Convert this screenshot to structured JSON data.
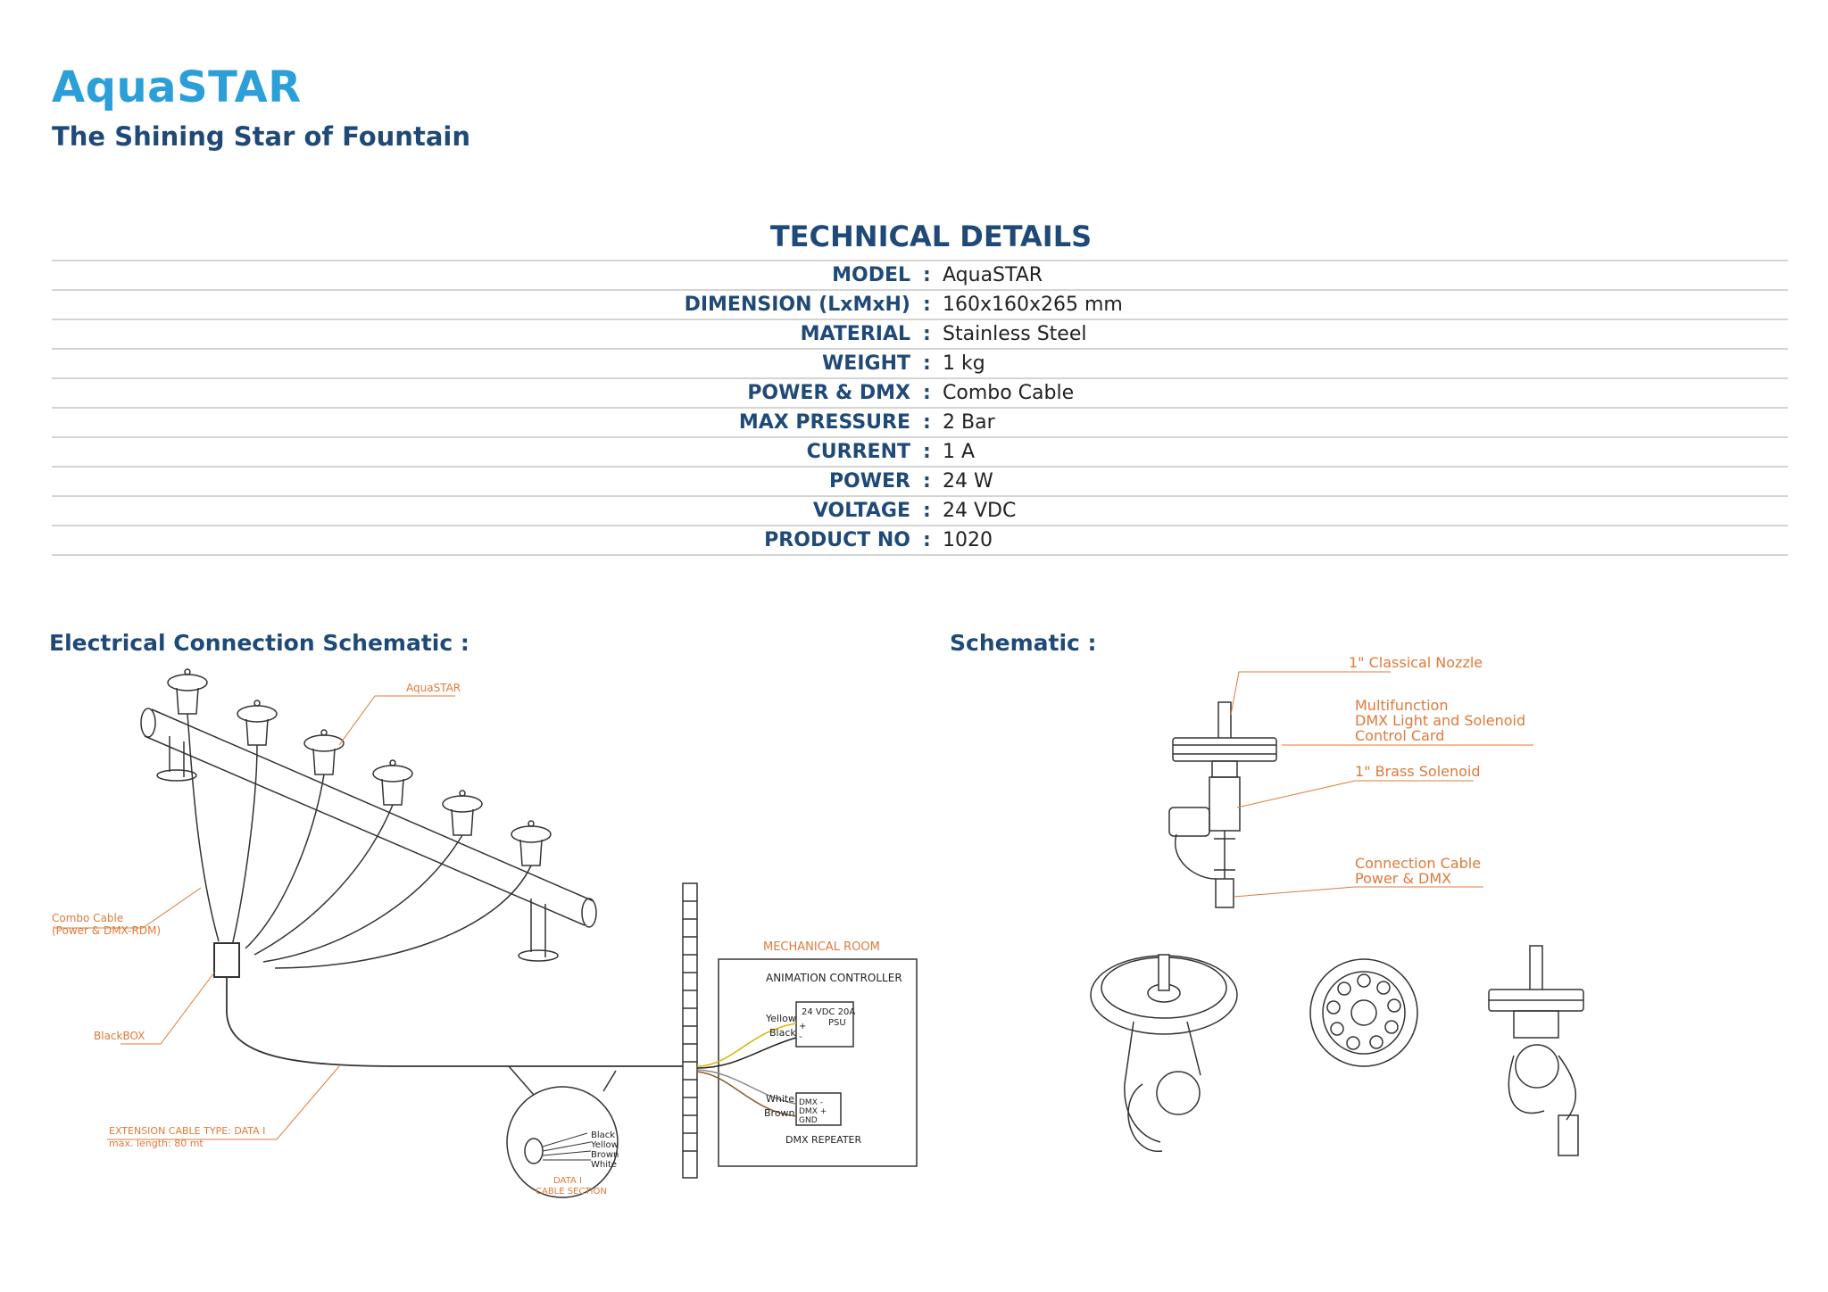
{
  "header": {
    "brand": "AquaSTAR",
    "tagline": "The Shining Star of Fountain"
  },
  "technical": {
    "title": "TECHNICAL DETAILS",
    "rows": [
      {
        "label": "MODEL",
        "value": "AquaSTAR"
      },
      {
        "label": "DIMENSION (LxMxH)",
        "value": "160x160x265 mm"
      },
      {
        "label": "MATERIAL",
        "value": "Stainless Steel"
      },
      {
        "label": "WEIGHT",
        "value": "1 kg"
      },
      {
        "label": "POWER & DMX",
        "value": "Combo Cable"
      },
      {
        "label": "MAX PRESSURE",
        "value": "2 Bar"
      },
      {
        "label": "CURRENT",
        "value": "1 A"
      },
      {
        "label": "POWER",
        "value": "24 W"
      },
      {
        "label": "VOLTAGE",
        "value": "24 VDC"
      },
      {
        "label": "PRODUCT NO",
        "value": "1020"
      }
    ],
    "colon": ":"
  },
  "electrical": {
    "heading": "Electrical Connection Schematic :",
    "labels": {
      "aquastar": "AquaSTAR",
      "combo_cable_1": "Combo Cable",
      "combo_cable_2": "(Power & DMX-RDM)",
      "blackbox": "BlackBOX",
      "extension_1": "EXTENSION CABLE  TYPE: DATA I",
      "extension_2": "max. length: 80 mt",
      "mechanical_room": "MECHANICAL  ROOM",
      "animation_controller": "ANIMATION CONTROLLER",
      "psu_1": "24 VDC 20A",
      "psu_2": "PSU",
      "yellow": "Yellow",
      "black": "Black",
      "white": "White",
      "brown": "Brown",
      "plus": "+",
      "minus": "-",
      "dmx_minus": "DMX -",
      "dmx_plus": "DMX +",
      "gnd": "GND",
      "dmx_repeater": "DMX REPEATER",
      "wire_black": "Black",
      "wire_yellow": "Yellow",
      "wire_brown": "Brown",
      "wire_white": "White",
      "data_1": "DATA I",
      "cable_section": "CABLE SECTION"
    }
  },
  "schematic": {
    "heading": "Schematic :",
    "labels": {
      "nozzle": "1\" Classical Nozzle",
      "card_1": "Multifunction",
      "card_2": "DMX Light and Solenoid",
      "card_3": "Control Card",
      "solenoid": "1\" Brass Solenoid",
      "cable_1": "Connection Cable",
      "cable_2": "Power & DMX"
    }
  },
  "colors": {
    "brand_blue": "#2c9fd8",
    "navy": "#1f4a78",
    "callout_orange": "#e0793a",
    "rule_gray": "#d4d4d4"
  }
}
